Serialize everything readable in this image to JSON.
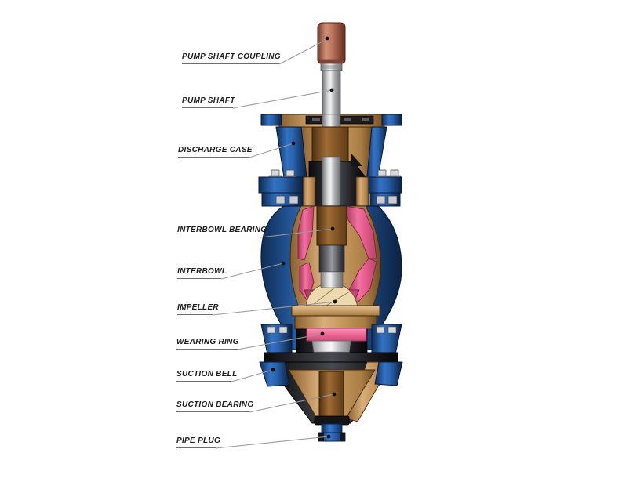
{
  "figure": {
    "type": "technical-cutaway-diagram",
    "subject": "Vertical turbine pump bowl assembly, quarter-section cutaway with part callouts",
    "background": "#ffffff"
  },
  "labels": [
    {
      "id": "pump-shaft-coupling",
      "text": "PUMP SHAFT COUPLING"
    },
    {
      "id": "pump-shaft",
      "text": "PUMP SHAFT"
    },
    {
      "id": "discharge-case",
      "text": "DISCHARGE CASE"
    },
    {
      "id": "interbowl-bearing",
      "text": "INTERBOWL BEARING"
    },
    {
      "id": "interbowl",
      "text": "INTERBOWL"
    },
    {
      "id": "impeller",
      "text": "IMPELLER"
    },
    {
      "id": "wearing-ring",
      "text": "WEARING RING"
    },
    {
      "id": "suction-bell",
      "text": "SUCTION BELL"
    },
    {
      "id": "suction-bearing",
      "text": "SUCTION BEARING"
    },
    {
      "id": "pipe-plug",
      "text": "PIPE PLUG"
    }
  ],
  "colors": {
    "casing_blue": "#2a64b0",
    "casing_blue_dark": "#0f2c55",
    "bronze_tan": "#c89a62",
    "bearing_brown": "#8a5a28",
    "impeller_pink": "#e75d8f",
    "wearing_ring_pink": "#f06694",
    "coupling_copper": "#c07a64",
    "shaft_gray": "#d6d7d9",
    "dark_metal": "#1a1a1f",
    "leader_line": "#9a9a9a",
    "label_underline": "#6e6e6e",
    "label_text": "#1c1c1c"
  }
}
